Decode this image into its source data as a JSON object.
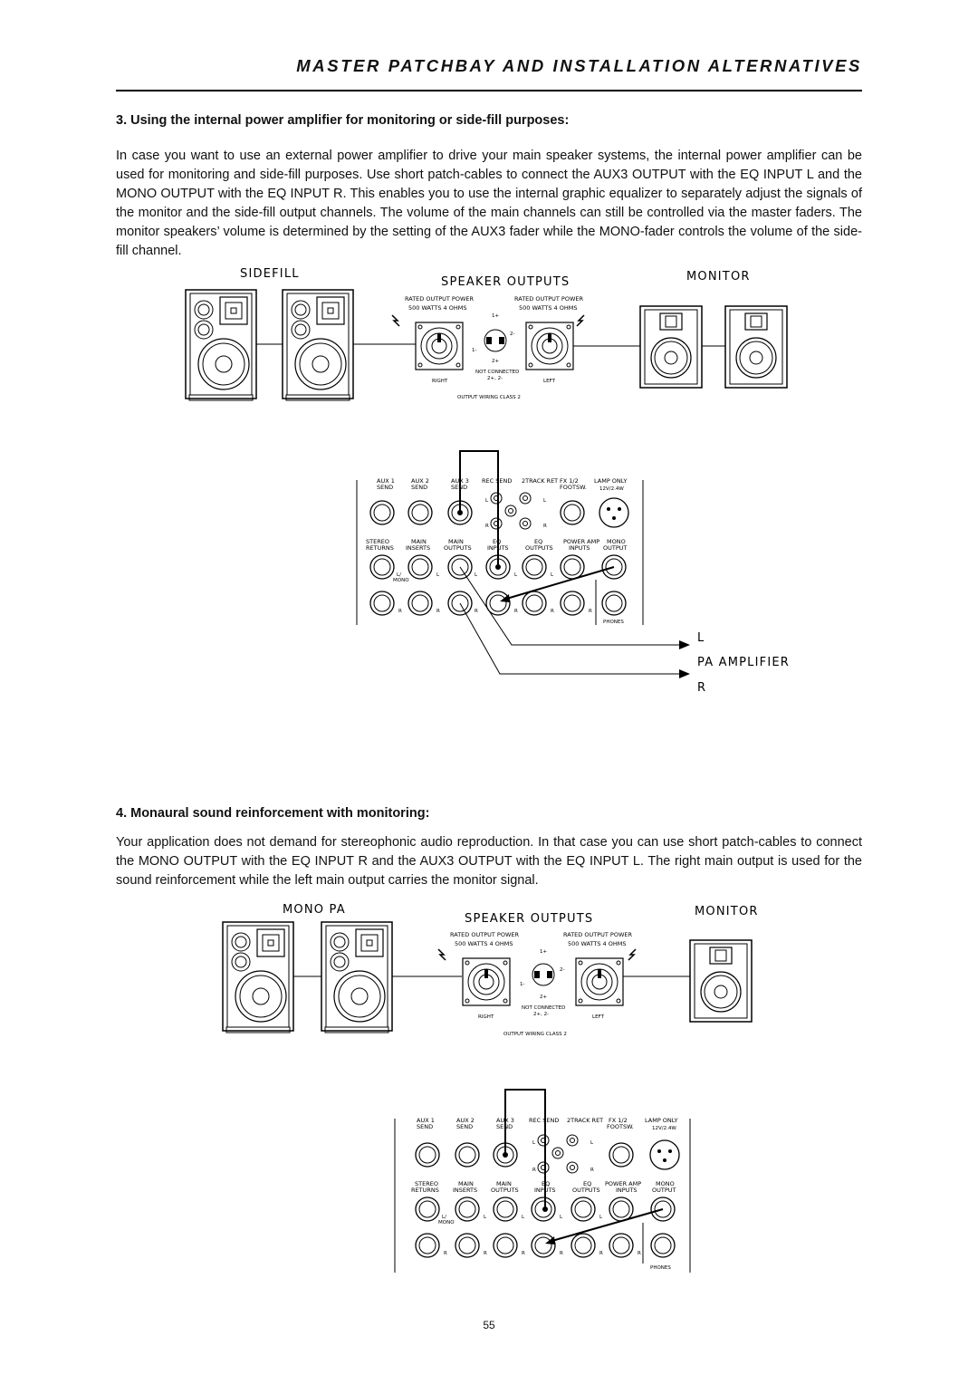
{
  "header": {
    "title": "MASTER PATCHBAY AND INSTALLATION ALTERNATIVES"
  },
  "section3": {
    "heading": "3. Using the internal power amplifier for monitoring or side-fill purposes:",
    "body": "In case you want to use an external power amplifier to drive your main speaker systems, the internal power amplifier can be used for monitoring and side-fill purposes. Use short patch-cables to connect the AUX3 OUTPUT with the EQ INPUT L and the MONO OUTPUT with the EQ INPUT R. This enables you to use the internal graphic equalizer to separately adjust the signals of the monitor and the side-fill output channels. The volume of the main channels can still be controlled via the master faders. The monitor speakers’ volume is determined by the setting of the AUX3 fader while the MONO-fader controls the volume of the side-fill channel."
  },
  "diagram1": {
    "label_left": "SIDEFILL",
    "label_center": "SPEAKER OUTPUTS",
    "label_right": "MONITOR"
  },
  "diagram2": {
    "pa_label": "L",
    "pa_title": "PA AMPLIFIER",
    "pa_label_r": "R"
  },
  "section4": {
    "heading": "4. Monaural sound reinforcement with monitoring:",
    "body": "Your application does not demand for stereophonic audio reproduction. In that case you can use short patch-cables to connect the MONO OUTPUT with the EQ INPUT R and the AUX3 OUTPUT with the EQ INPUT L. The right main output is used for the sound reinforcement while the left main output carries the monitor signal."
  },
  "diagram3": {
    "label_left": "MONO PA",
    "label_center": "SPEAKER OUTPUTS",
    "label_right": "MONITOR"
  },
  "speaker_panel": {
    "rated_power": "RATED OUTPUT POWER",
    "watts": "500 WATTS 4 OHMS",
    "right": "RIGHT",
    "left": "LEFT",
    "not_connected": "NOT CONNECTED",
    "nc_pins": "2+, 2-",
    "wiring": "OUTPUT WIRING CLASS 2",
    "pin_1p": "1+",
    "pin_1m": "1-",
    "pin_2p": "2+",
    "pin_2m": "2-"
  },
  "patchbay": {
    "top_labels": [
      [
        "AUX 1",
        "SEND"
      ],
      [
        "AUX 2",
        "SEND"
      ],
      [
        "AUX 3",
        "SEND"
      ],
      [
        "REC SEND",
        ""
      ],
      [
        "2TRACK RET",
        ""
      ],
      [
        "FX 1/2",
        "FOOTSW."
      ],
      [
        "LAMP ONLY",
        "12V/2.4W"
      ]
    ],
    "mid_labels": [
      [
        "STEREO",
        "RETURNS"
      ],
      [
        "MAIN",
        "INSERTS"
      ],
      [
        "MAIN",
        "OUTPUTS"
      ],
      [
        "EQ",
        "INPUTS"
      ],
      [
        "EQ",
        "OUTPUTS"
      ],
      [
        "POWER AMP",
        "INPUTS"
      ],
      [
        "MONO",
        "OUTPUT"
      ]
    ],
    "l": "L",
    "r": "R",
    "l_mono": "L/",
    "mono": "MONO",
    "phones": "PHONES"
  },
  "page_number": "55"
}
